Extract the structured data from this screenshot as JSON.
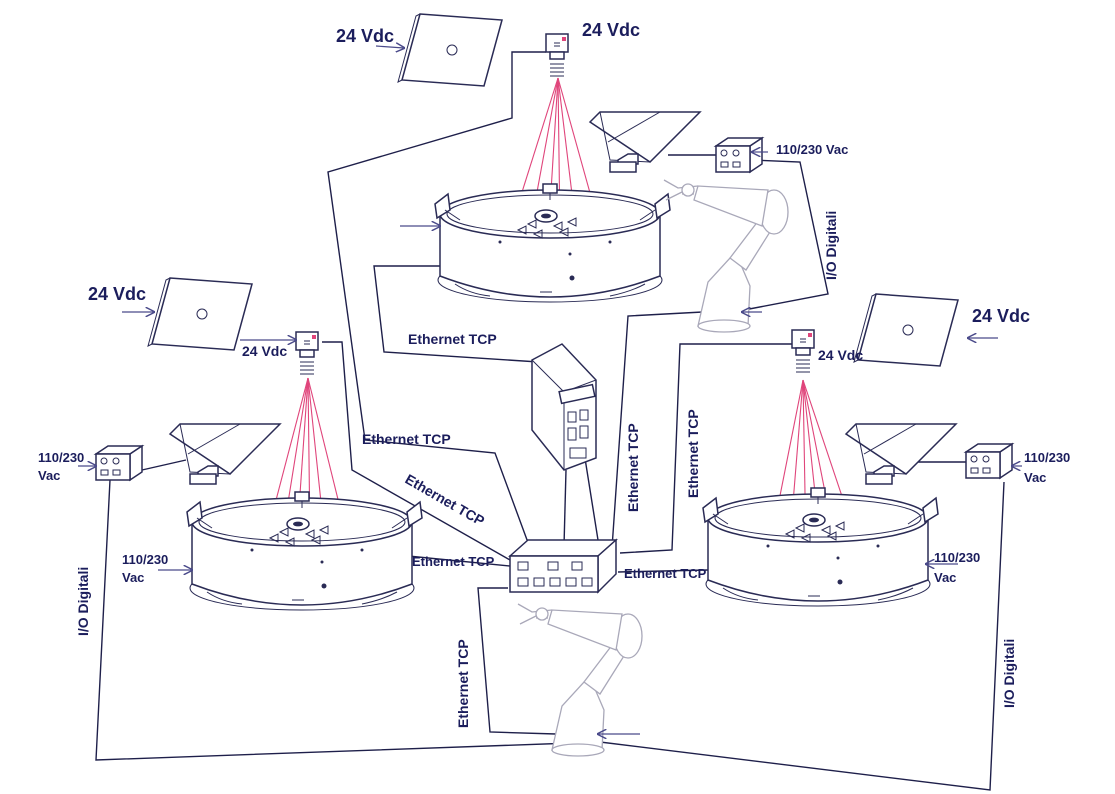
{
  "labels": {
    "v24": "24 Vdc",
    "vac_full": "110/230 Vac",
    "vac_line1": "110/230",
    "vac_line2": "Vac",
    "ethernet": "Ethernet TCP",
    "io": "I/O Digitali"
  },
  "colors": {
    "ink": "#1b1d5c",
    "beam": "#e0457b",
    "robot": "#a9a8b9"
  },
  "icons": [
    "lighting-panel-icon",
    "camera-icon",
    "feeder-bowl-icon",
    "hopper-icon",
    "power-box-icon",
    "controller-icon",
    "network-switch-icon",
    "robot-arm-icon"
  ]
}
